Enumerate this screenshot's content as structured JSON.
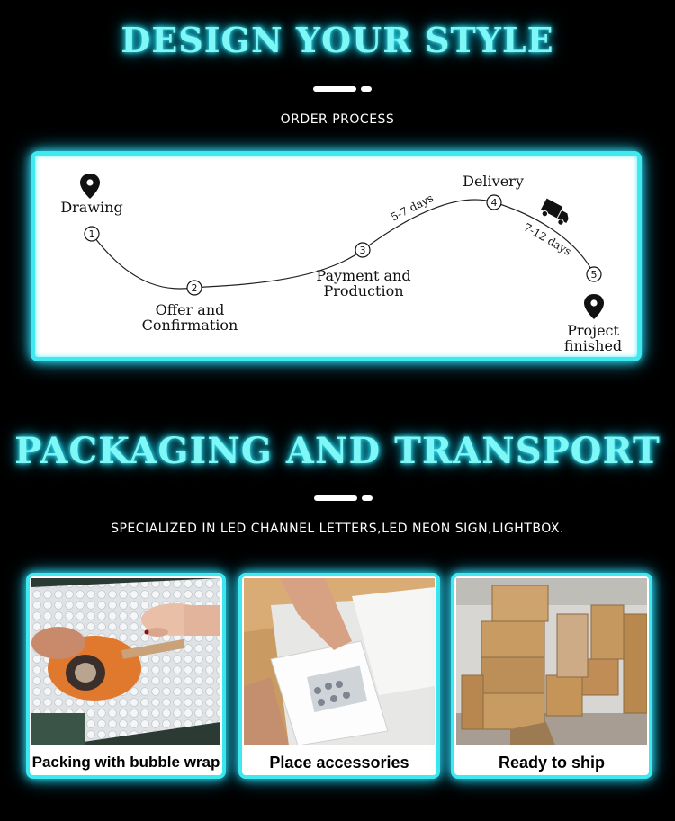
{
  "section1": {
    "title": "DESIGN YOUR STYLE",
    "subtitle": "ORDER PROCESS",
    "steps": [
      {
        "number": "1",
        "label_lines": [
          "Drawing"
        ]
      },
      {
        "number": "2",
        "label_lines": [
          "Offer and",
          "Confirmation"
        ]
      },
      {
        "number": "3",
        "label_lines": [
          "Payment and",
          "Production"
        ]
      },
      {
        "number": "4",
        "label_lines": [
          "Delivery"
        ]
      },
      {
        "number": "5",
        "label_lines": [
          "Project",
          "finished"
        ]
      }
    ],
    "durations": [
      "5-7 days",
      "7-12 days"
    ],
    "icons": [
      "map-pin-icon",
      "delivery-truck-icon",
      "map-pin-icon"
    ]
  },
  "section2": {
    "title": "PACKAGING AND TRANSPORT",
    "subtitle": "SPECIALIZED IN LED CHANNEL LETTERS,LED NEON SIGN,LIGHTBOX.",
    "cards": [
      {
        "caption": "Packing with bubble wrap"
      },
      {
        "caption": "Place accessories"
      },
      {
        "caption": "Ready to ship"
      }
    ]
  },
  "colors": {
    "neon": "#3fe9ef",
    "title_text": "#7ff7f7",
    "background": "#000000"
  }
}
